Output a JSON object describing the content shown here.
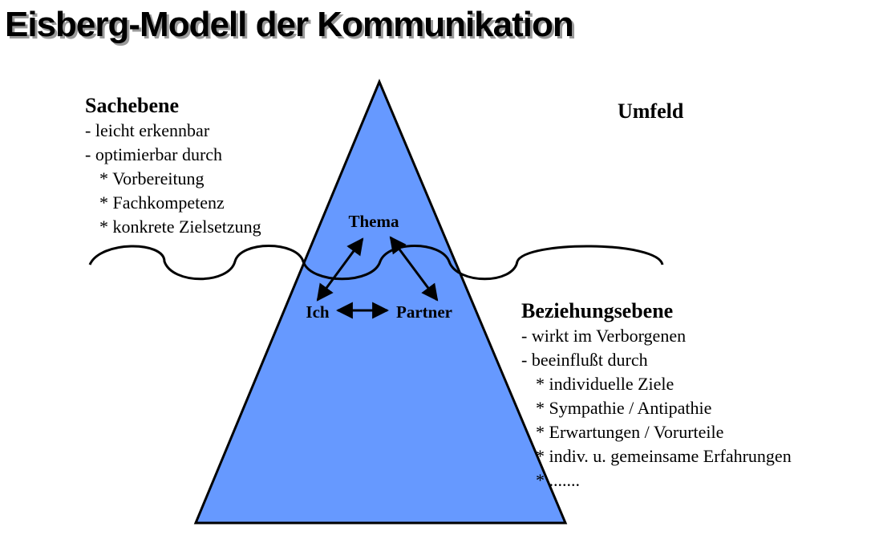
{
  "title": "Eisberg-Modell der Kommunikation",
  "sachebene": {
    "heading": "Sachebene",
    "lines": [
      "- leicht erkennbar",
      "- optimierbar durch"
    ],
    "sub_items": [
      "* Vorbereitung",
      "* Fachkompetenz",
      "* konkrete Zielsetzung"
    ]
  },
  "umfeld": "Umfeld",
  "beziehungsebene": {
    "heading": "Beziehungsebene",
    "lines": [
      "- wirkt im Verborgenen",
      "- beeinflußt durch"
    ],
    "sub_items": [
      "* individuelle Ziele",
      "* Sympathie / Antipathie",
      "* Erwartungen / Vorurteile",
      "* indiv. u. gemeinsame Erfahrungen",
      "* ......."
    ]
  },
  "nodes": {
    "thema": "Thema",
    "ich": "Ich",
    "partner": "Partner"
  },
  "colors": {
    "iceberg_fill": "#6699ff",
    "outline": "#000000"
  }
}
